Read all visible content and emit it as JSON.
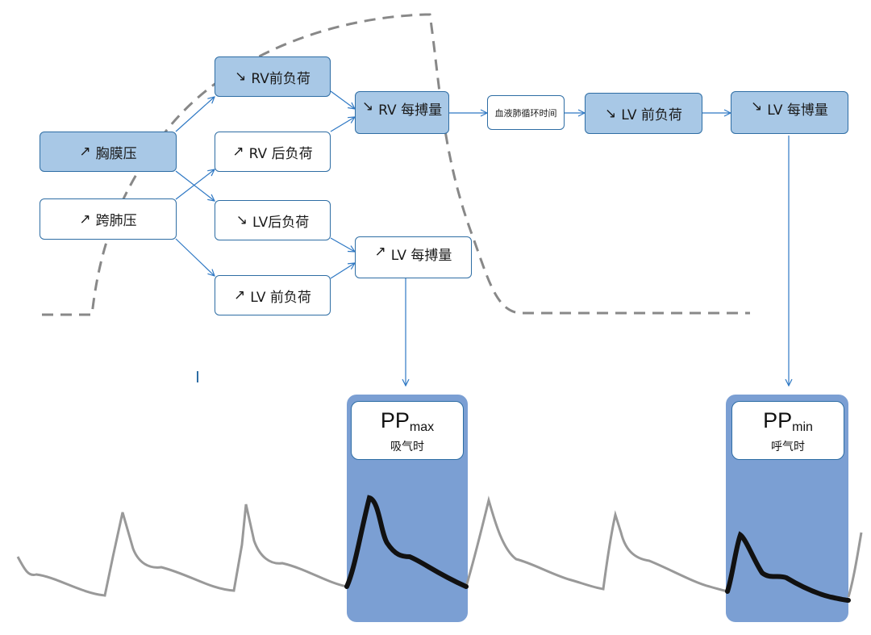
{
  "boxes": [
    {
      "id": "pleural-pressure",
      "arrow": "↗",
      "text": "胸膜压",
      "style": "filled"
    },
    {
      "id": "transpulmonary",
      "arrow": "↗",
      "text": "跨肺压",
      "style": "empty"
    },
    {
      "id": "rv-preload",
      "arrow": "↘",
      "text": "RV前负荷",
      "style": "filled"
    },
    {
      "id": "rv-afterload",
      "arrow": "↗",
      "text": "RV 后负荷",
      "style": "empty"
    },
    {
      "id": "lv-afterload",
      "arrow": "↘",
      "text": "LV后负荷",
      "style": "empty"
    },
    {
      "id": "lv-preload-left",
      "arrow": "↗",
      "text": "LV 前负荷",
      "style": "empty"
    },
    {
      "id": "rv-stroke-volume",
      "arrow": "↘",
      "text": "RV 每搏量",
      "style": "filled"
    },
    {
      "id": "lv-stroke-volume-up",
      "arrow": "↗",
      "text": "LV 每搏量",
      "style": "empty"
    },
    {
      "id": "transit-time",
      "arrow": "",
      "text": "血液肺循环时间",
      "style": "empty"
    },
    {
      "id": "lv-preload-right",
      "arrow": "↘",
      "text": "LV 前负荷",
      "style": "filled"
    },
    {
      "id": "lv-stroke-volume-down",
      "arrow": "↘",
      "text": "LV 每博量",
      "style": "filled"
    }
  ],
  "pp_max": {
    "main": "PP",
    "sub": "max",
    "label": "吸气时"
  },
  "pp_min": {
    "main": "PP",
    "sub": "min",
    "label": "呼气时"
  },
  "colors": {
    "box_border": "#2e6da4",
    "box_fill": "#a8c8e6",
    "panel_fill": "#7b9fd3",
    "arrow_line": "#2e78c4",
    "dashed_curve": "#888888",
    "waveform_gray": "#999999",
    "waveform_black": "#111111"
  }
}
